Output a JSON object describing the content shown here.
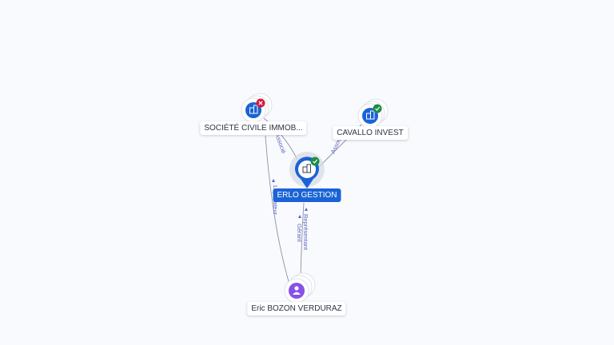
{
  "nodes": {
    "sci": {
      "label": "SOCIÉTÉ CIVILE IMMOB...",
      "kind": "company",
      "status": "closed",
      "status_icon": "close-icon"
    },
    "cavallo": {
      "label": "CAVALLO INVEST",
      "kind": "company",
      "status": "active",
      "status_icon": "check-icon"
    },
    "erlo": {
      "label": "ERLO GESTION",
      "kind": "company",
      "status": "active",
      "status_icon": "check-icon",
      "selected": true
    },
    "eric": {
      "label": "Eric BOZON VERDURAZ",
      "kind": "person"
    }
  },
  "edges": {
    "sci_erlo": {
      "label": "Associé"
    },
    "cavallo_erlo": {
      "label": "Associé"
    },
    "eric_sci": {
      "label": "Liquidateur"
    },
    "eric_erlo_1": {
      "label": "Gérant"
    },
    "eric_erlo_2": {
      "label": "Représentant"
    }
  },
  "colors": {
    "company_node": "#1a63d6",
    "person_node": "#8752e6",
    "status_active": "#1e8c45",
    "status_closed": "#d8163b",
    "edge": "#8a91a8",
    "edge_label": "#5a66c0"
  }
}
